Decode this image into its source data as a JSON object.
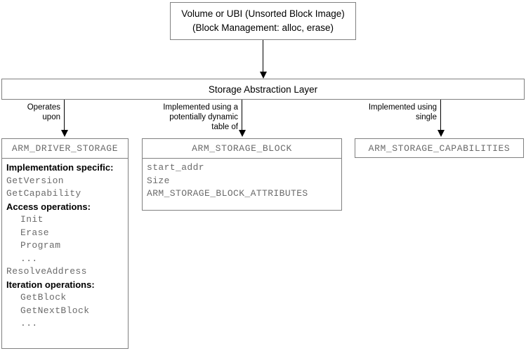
{
  "diagram": {
    "title_box": {
      "lines": [
        "Volume or UBI (Unsorted Block Image)",
        "(Block Management: alloc, erase)"
      ]
    },
    "layer_box": {
      "label": "Storage Abstraction Layer"
    },
    "edges": [
      {
        "label": "Operates\nupon"
      },
      {
        "label": "Implemented using a\npotentially dynamic\ntable of"
      },
      {
        "label": "Implemented using\nsingle"
      }
    ],
    "boxes": [
      {
        "header": "ARM_DRIVER_STORAGE",
        "rows": [
          {
            "text": "Implementation specific:",
            "style": "section",
            "indent": 0
          },
          {
            "text": "GetVersion",
            "style": "mono",
            "indent": 0
          },
          {
            "text": "GetCapability",
            "style": "mono",
            "indent": 0
          },
          {
            "text": "Access operations:",
            "style": "section",
            "indent": 0
          },
          {
            "text": "Init",
            "style": "mono",
            "indent": 1
          },
          {
            "text": "Erase",
            "style": "mono",
            "indent": 1
          },
          {
            "text": "Program",
            "style": "mono",
            "indent": 1
          },
          {
            "text": "...",
            "style": "mono",
            "indent": 1
          },
          {
            "text": "ResolveAddress",
            "style": "mono",
            "indent": 0
          },
          {
            "text": "Iteration operations:",
            "style": "section",
            "indent": 0
          },
          {
            "text": "GetBlock",
            "style": "mono",
            "indent": 1
          },
          {
            "text": "GetNextBlock",
            "style": "mono",
            "indent": 1
          },
          {
            "text": "...",
            "style": "mono",
            "indent": 1
          }
        ]
      },
      {
        "header": "ARM_STORAGE_BLOCK",
        "rows": [
          {
            "text": "start_addr",
            "style": "mono",
            "indent": 0
          },
          {
            "text": "Size",
            "style": "mono",
            "indent": 0
          },
          {
            "text": "ARM_STORAGE_BLOCK_ATTRIBUTES",
            "style": "mono",
            "indent": 0
          }
        ]
      },
      {
        "header": "ARM_STORAGE_CAPABILITIES",
        "rows": []
      }
    ],
    "colors": {
      "box_border": "#808080",
      "mono_text": "#6b6b6b",
      "section_text": "#000000",
      "connector": "#000000",
      "background": "#ffffff"
    }
  }
}
